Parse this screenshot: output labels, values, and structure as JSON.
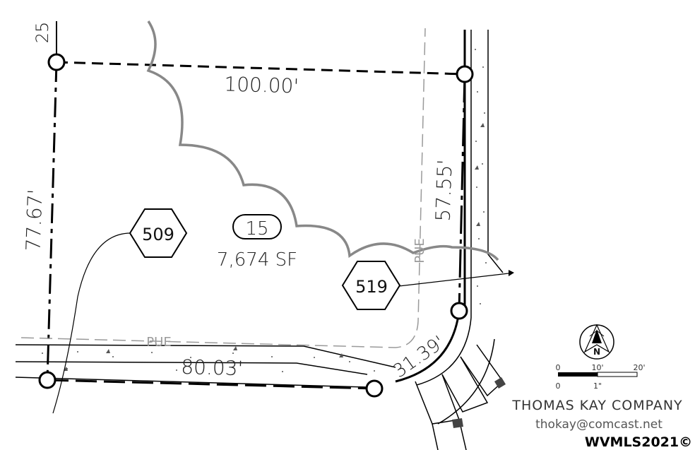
{
  "plat": {
    "lot_number": "15",
    "lot_area": "7,674 SF",
    "address_markers": [
      "509",
      "519"
    ],
    "dimensions": {
      "top": "100.00'",
      "left": "77.67'",
      "right": "57.55'",
      "bottom": "80.03'",
      "curve": "31.39'",
      "corner_fragment": "25"
    },
    "easement_label": "PUE"
  },
  "scale": {
    "ticks_top": [
      "0",
      "10'",
      "20'"
    ],
    "ticks_bottom": [
      "0",
      "1\""
    ]
  },
  "north_arrow": {
    "label": "N",
    "icon": "north-arrow-icon"
  },
  "company": {
    "name": "THOMAS KAY COMPANY",
    "email": "thokay@comcast.net"
  },
  "watermark": "WVMLS2021©",
  "colors": {
    "lines": "#000000",
    "scallop": "#888888",
    "pue": "#9a9a9a"
  }
}
